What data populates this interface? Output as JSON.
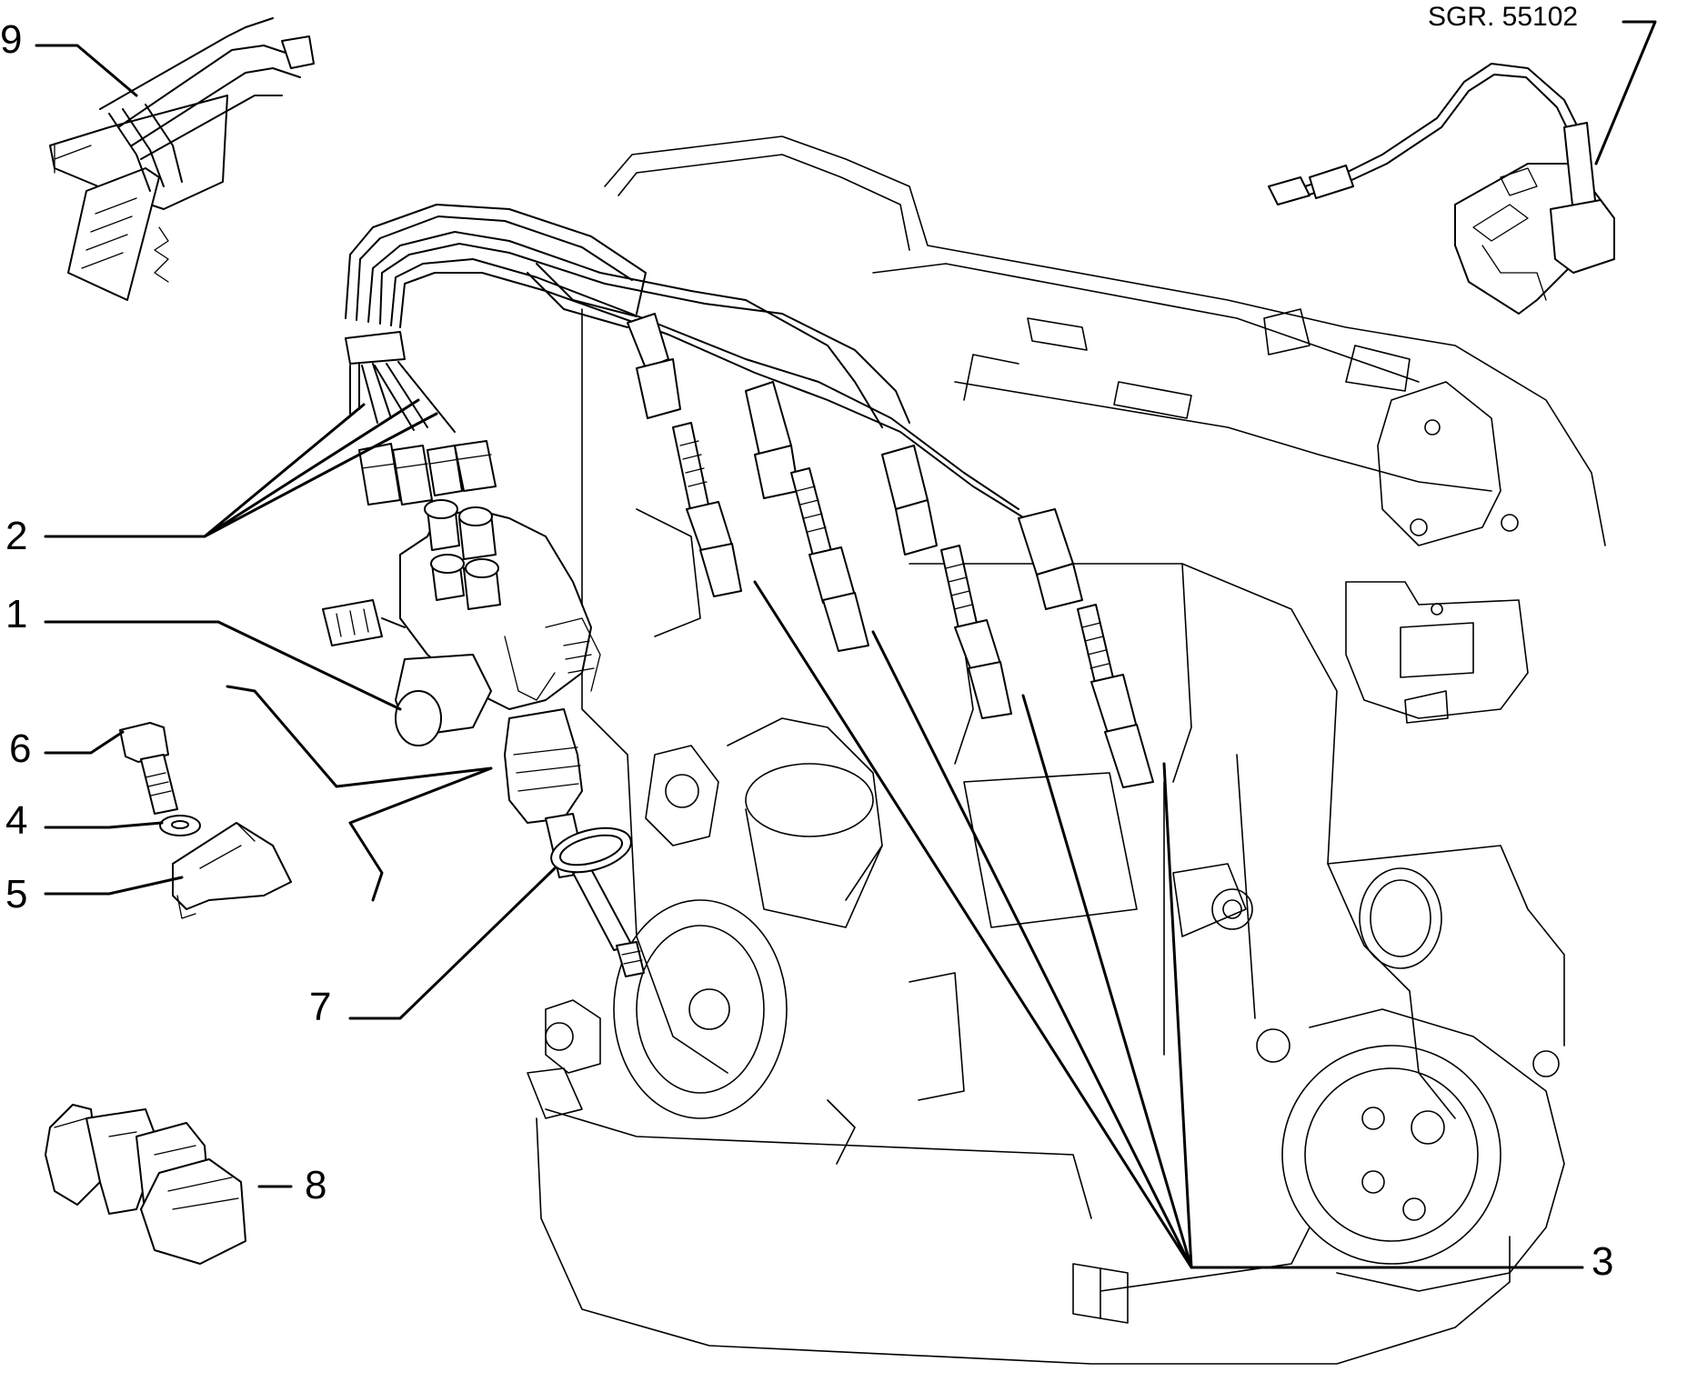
{
  "diagram": {
    "reference": "SGR. 55102",
    "callouts": [
      {
        "id": "9",
        "label": "9"
      },
      {
        "id": "2",
        "label": "2"
      },
      {
        "id": "1",
        "label": "1"
      },
      {
        "id": "6",
        "label": "6"
      },
      {
        "id": "4",
        "label": "4"
      },
      {
        "id": "5",
        "label": "5"
      },
      {
        "id": "7",
        "label": "7"
      },
      {
        "id": "8",
        "label": "8"
      },
      {
        "id": "3",
        "label": "3"
      }
    ]
  }
}
